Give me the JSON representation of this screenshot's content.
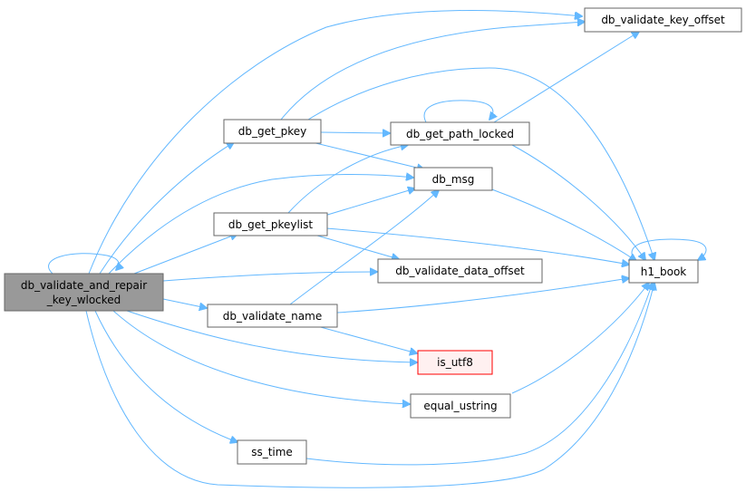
{
  "nodes": {
    "root_line1": "db_validate_and_repair",
    "root_line2": "_key_wlocked",
    "db_get_pkey": "db_get_pkey",
    "db_get_pkeylist": "db_get_pkeylist",
    "db_validate_name": "db_validate_name",
    "ss_time": "ss_time",
    "db_get_path_locked": "db_get_path_locked",
    "db_msg": "db_msg",
    "db_validate_data_offset": "db_validate_data_offset",
    "is_utf8": "is_utf8",
    "equal_ustring": "equal_ustring",
    "db_validate_key_offset": "db_validate_key_offset",
    "h1_book": "h1_book"
  },
  "colors": {
    "edge": "#63b8ff",
    "root_fill": "#999999",
    "node_border": "#666666",
    "highlight_border": "#ff0000"
  }
}
